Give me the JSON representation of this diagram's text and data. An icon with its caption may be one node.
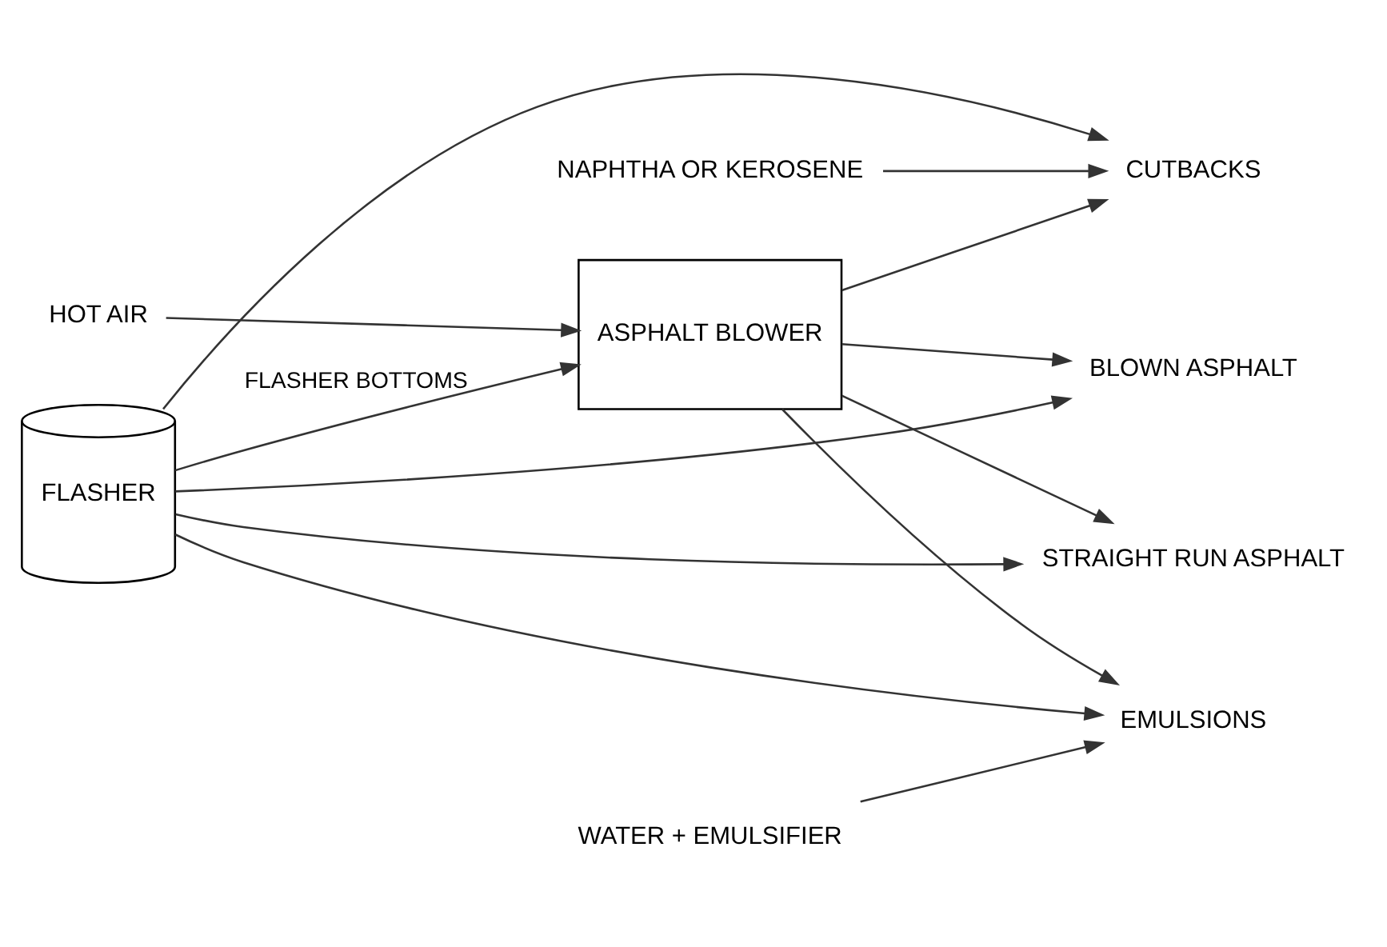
{
  "diagram": {
    "nodes": [
      {
        "text": [
          "FLASHER"
        ]
      },
      {
        "text": [
          "ASPHALT BLOWER"
        ]
      },
      {
        "text": [
          "HOT AIR"
        ]
      },
      {
        "text": [
          "NAPHTHA OR KEROSENE"
        ]
      },
      {
        "text": [
          "CUTBACKS"
        ]
      },
      {
        "text": [
          "BLOWN ASPHALT"
        ]
      },
      {
        "text": [
          "STRAIGHT RUN ASPHALT"
        ]
      },
      {
        "text": [
          "EMULSIONS"
        ]
      },
      {
        "text": [
          "WATER + EMULSIFIER"
        ]
      }
    ],
    "edges": [
      {
        "from": 0,
        "to": 1,
        "arrow": "to",
        "label": "FLASHER BOTTOMS"
      },
      {
        "from": 2,
        "to": 1,
        "arrow": "to"
      },
      {
        "from": 0,
        "to": 4,
        "arrow": "to"
      },
      {
        "from": 0,
        "to": 5,
        "arrow": "to"
      },
      {
        "from": 0,
        "to": 6,
        "arrow": "to"
      },
      {
        "from": 0,
        "to": 7,
        "arrow": "to"
      },
      {
        "from": 1,
        "to": 4,
        "arrow": "to"
      },
      {
        "from": 1,
        "to": 5,
        "arrow": "to"
      },
      {
        "from": 1,
        "to": 6,
        "arrow": "to"
      },
      {
        "from": 1,
        "to": 7,
        "arrow": "to"
      },
      {
        "from": 3,
        "to": 4,
        "arrow": "to"
      },
      {
        "from": 8,
        "to": 7,
        "arrow": "to"
      }
    ]
  }
}
